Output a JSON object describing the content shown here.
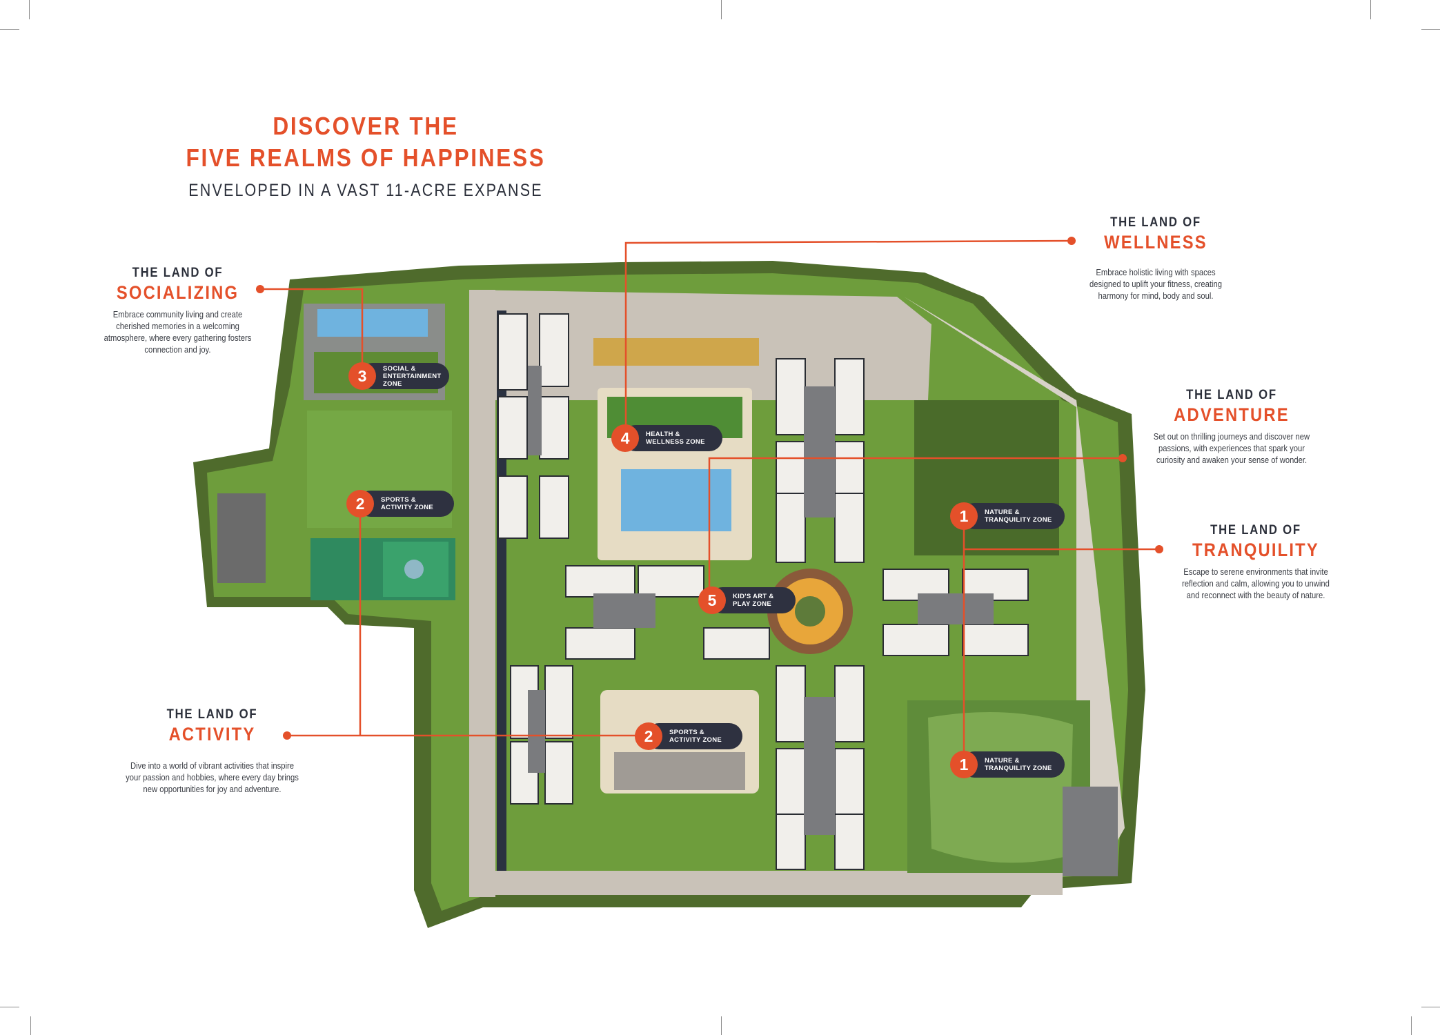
{
  "header": {
    "title_line1": "DISCOVER THE",
    "title_line2": "FIVE REALMS OF HAPPINESS",
    "subtitle": "ENVELOPED IN A VAST 11-ACRE EXPANSE"
  },
  "colors": {
    "accent": "#e4502a",
    "dark": "#2b2f3a",
    "pill": "#2e3140",
    "lawn": "#6e9d3c",
    "tree": "#4f6b2c",
    "road": "#c9c2b8",
    "pool": "#6fb3df"
  },
  "lands": [
    {
      "prefix": "THE LAND OF",
      "name": "SOCIALIZING",
      "description": "Embrace community living and create cherished memories in a welcoming atmosphere, where every gathering fosters connection and joy."
    },
    {
      "prefix": "THE LAND OF",
      "name": "WELLNESS",
      "description": "Embrace holistic living with spaces designed to uplift your fitness, creating harmony for mind, body and soul."
    },
    {
      "prefix": "THE LAND OF",
      "name": "ADVENTURE",
      "description": "Set out on thrilling journeys and discover new passions, with experiences that spark your curiosity and awaken your sense of wonder."
    },
    {
      "prefix": "THE LAND OF",
      "name": "TRANQUILITY",
      "description": "Escape to serene environments that invite reflection and calm, allowing you to unwind and reconnect with the beauty of nature."
    },
    {
      "prefix": "THE LAND OF",
      "name": "ACTIVITY",
      "description": "Dive into a world of vibrant activities that inspire your passion and hobbies, where every day brings new opportunities for joy and adventure."
    }
  ],
  "zones": [
    {
      "number": "3",
      "label": "SOCIAL &\nENTERTAINMENT\nZONE"
    },
    {
      "number": "2",
      "label": "SPORTS &\nACTIVITY ZONE"
    },
    {
      "number": "4",
      "label": "HEALTH &\nWELLNESS ZONE"
    },
    {
      "number": "5",
      "label": "KID'S ART &\nPLAY ZONE"
    },
    {
      "number": "1",
      "label": "NATURE &\nTRANQUILITY ZONE"
    },
    {
      "number": "2",
      "label": "SPORTS &\nACTIVITY ZONE"
    },
    {
      "number": "1",
      "label": "NATURE &\nTRANQUILITY ZONE"
    }
  ]
}
